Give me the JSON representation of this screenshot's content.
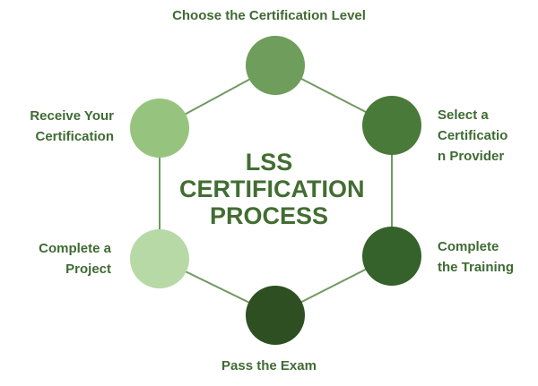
{
  "center_title": {
    "line1": "LSS",
    "line2": "CERTIFICATION",
    "line3": "PROCESS"
  },
  "colors": {
    "text": "#3f6b33",
    "connector": "#6f9a60",
    "step_colors": [
      "#6f9d5b",
      "#4a7a3a",
      "#35612a",
      "#2e4f22",
      "#b7d9a6",
      "#96c47e"
    ]
  },
  "steps": [
    {
      "lines": [
        "Choose the Certification Level"
      ]
    },
    {
      "lines": [
        "Select a",
        "Certificatio",
        "n Provider"
      ]
    },
    {
      "lines": [
        "Complete",
        "the Training"
      ]
    },
    {
      "lines": [
        "Pass the Exam"
      ]
    },
    {
      "lines": [
        "Complete a",
        "Project"
      ]
    },
    {
      "lines": [
        "Receive Your",
        "Certification"
      ]
    }
  ]
}
